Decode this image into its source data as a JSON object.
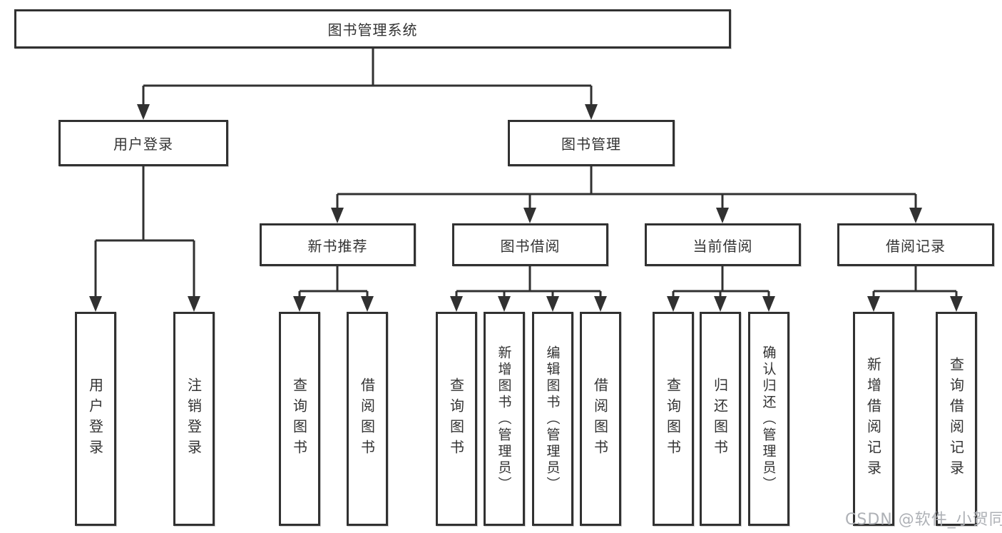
{
  "diagram": {
    "type": "tree",
    "title": "图书管理系统",
    "colors": {
      "line": "#313131",
      "box_border": "#313131",
      "text": "#333333",
      "background": "#ffffff",
      "watermark_text_color": "#aeb1b6"
    },
    "hierarchy": {
      "label": "图书管理系统",
      "children": [
        {
          "label": "用户登录",
          "children": [
            {
              "label": "用户登录"
            },
            {
              "label": "注销登录"
            }
          ]
        },
        {
          "label": "图书管理",
          "children": [
            {
              "label": "新书推荐",
              "children": [
                {
                  "label": "查询图书"
                },
                {
                  "label": "借阅图书"
                }
              ]
            },
            {
              "label": "图书借阅",
              "children": [
                {
                  "label": "查询图书"
                },
                {
                  "label": "新增图书（管理员）"
                },
                {
                  "label": "编辑图书（管理员）"
                },
                {
                  "label": "借阅图书"
                }
              ]
            },
            {
              "label": "当前借阅",
              "children": [
                {
                  "label": "查询图书"
                },
                {
                  "label": "归还图书"
                },
                {
                  "label": "确认归还（管理员）"
                }
              ]
            },
            {
              "label": "借阅记录",
              "children": [
                {
                  "label": "新增借阅记录"
                },
                {
                  "label": "查询借阅记录"
                }
              ]
            }
          ]
        }
      ]
    }
  },
  "watermark": {
    "text": "CSDN @软件_小贺同学"
  }
}
